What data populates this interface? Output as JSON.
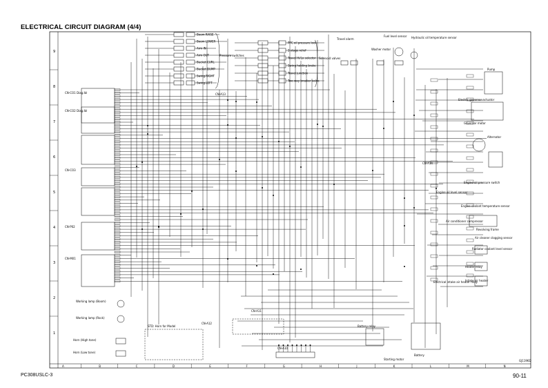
{
  "page": {
    "title": "ELECTRICAL CIRCUIT DIAGRAM (4/4)",
    "model_code": "PC308USLC-3",
    "page_number": "90-11",
    "drawing_code": "GJ1196D"
  },
  "grid": {
    "row_labels": [
      "9",
      "8",
      "7",
      "6",
      "5",
      "4",
      "3",
      "2",
      "1"
    ],
    "column_labels": [
      "A",
      "B",
      "C",
      "D",
      "E",
      "F",
      "G",
      "H",
      "J",
      "K",
      "L",
      "M",
      "N"
    ]
  },
  "labels": {
    "pressure_switch_items": [
      "Boom RAISE",
      "Boom LOWER",
      "Arm IN",
      "Arm OUT",
      "Bucket CURL",
      "Bucket DUMP",
      "Swing RIGHT",
      "Swing LEFT"
    ],
    "pressure_switches": "Pressure switches",
    "solenoid_valve_items": [
      "PPC oil pressure lock",
      "2-stage relief",
      "Travel Hi/Lo selector",
      "Swing holding brake",
      "Travel junction",
      "Two-way breaker valve"
    ],
    "solenoid_valves": "Solenoid valves",
    "right_top_sensors": [
      "Travel alarm",
      "Fuel level sensor",
      "Hydraulic oil temperature sensor",
      "Washer motor"
    ],
    "right_components": [
      "Pump",
      "Electric governor actuator",
      "Governor motor",
      "Alternator",
      "Engine oil pressure switch",
      "Engine oil level sensor",
      "Engine coolant temperature sensor",
      "Air conditioner compressor",
      "Revolving frame",
      "Air cleaner clogging sensor",
      "Radiator coolant level sensor",
      "Electrical intake air heater relay",
      "Heater relay",
      "Intake air heater"
    ],
    "left_components": [
      "Working lamp (Boom)",
      "Working lamp (Rock)",
      "Horn (High tone)",
      "Horn (Low tone)"
    ],
    "bottom_labels": [
      "STD: Horn for Model",
      "Battery relay",
      "Battery",
      "Starting motor"
    ],
    "connector_labels": [
      "CN-A10",
      "CN-A11",
      "CN-A12",
      "CN-A13",
      "CN-A14"
    ],
    "controller_labels": [
      "CN-CO1 Diag.lbl",
      "CN-CO2 Diag.lbl",
      "CN-CO3",
      "CN-P02",
      "CN-M01"
    ]
  }
}
